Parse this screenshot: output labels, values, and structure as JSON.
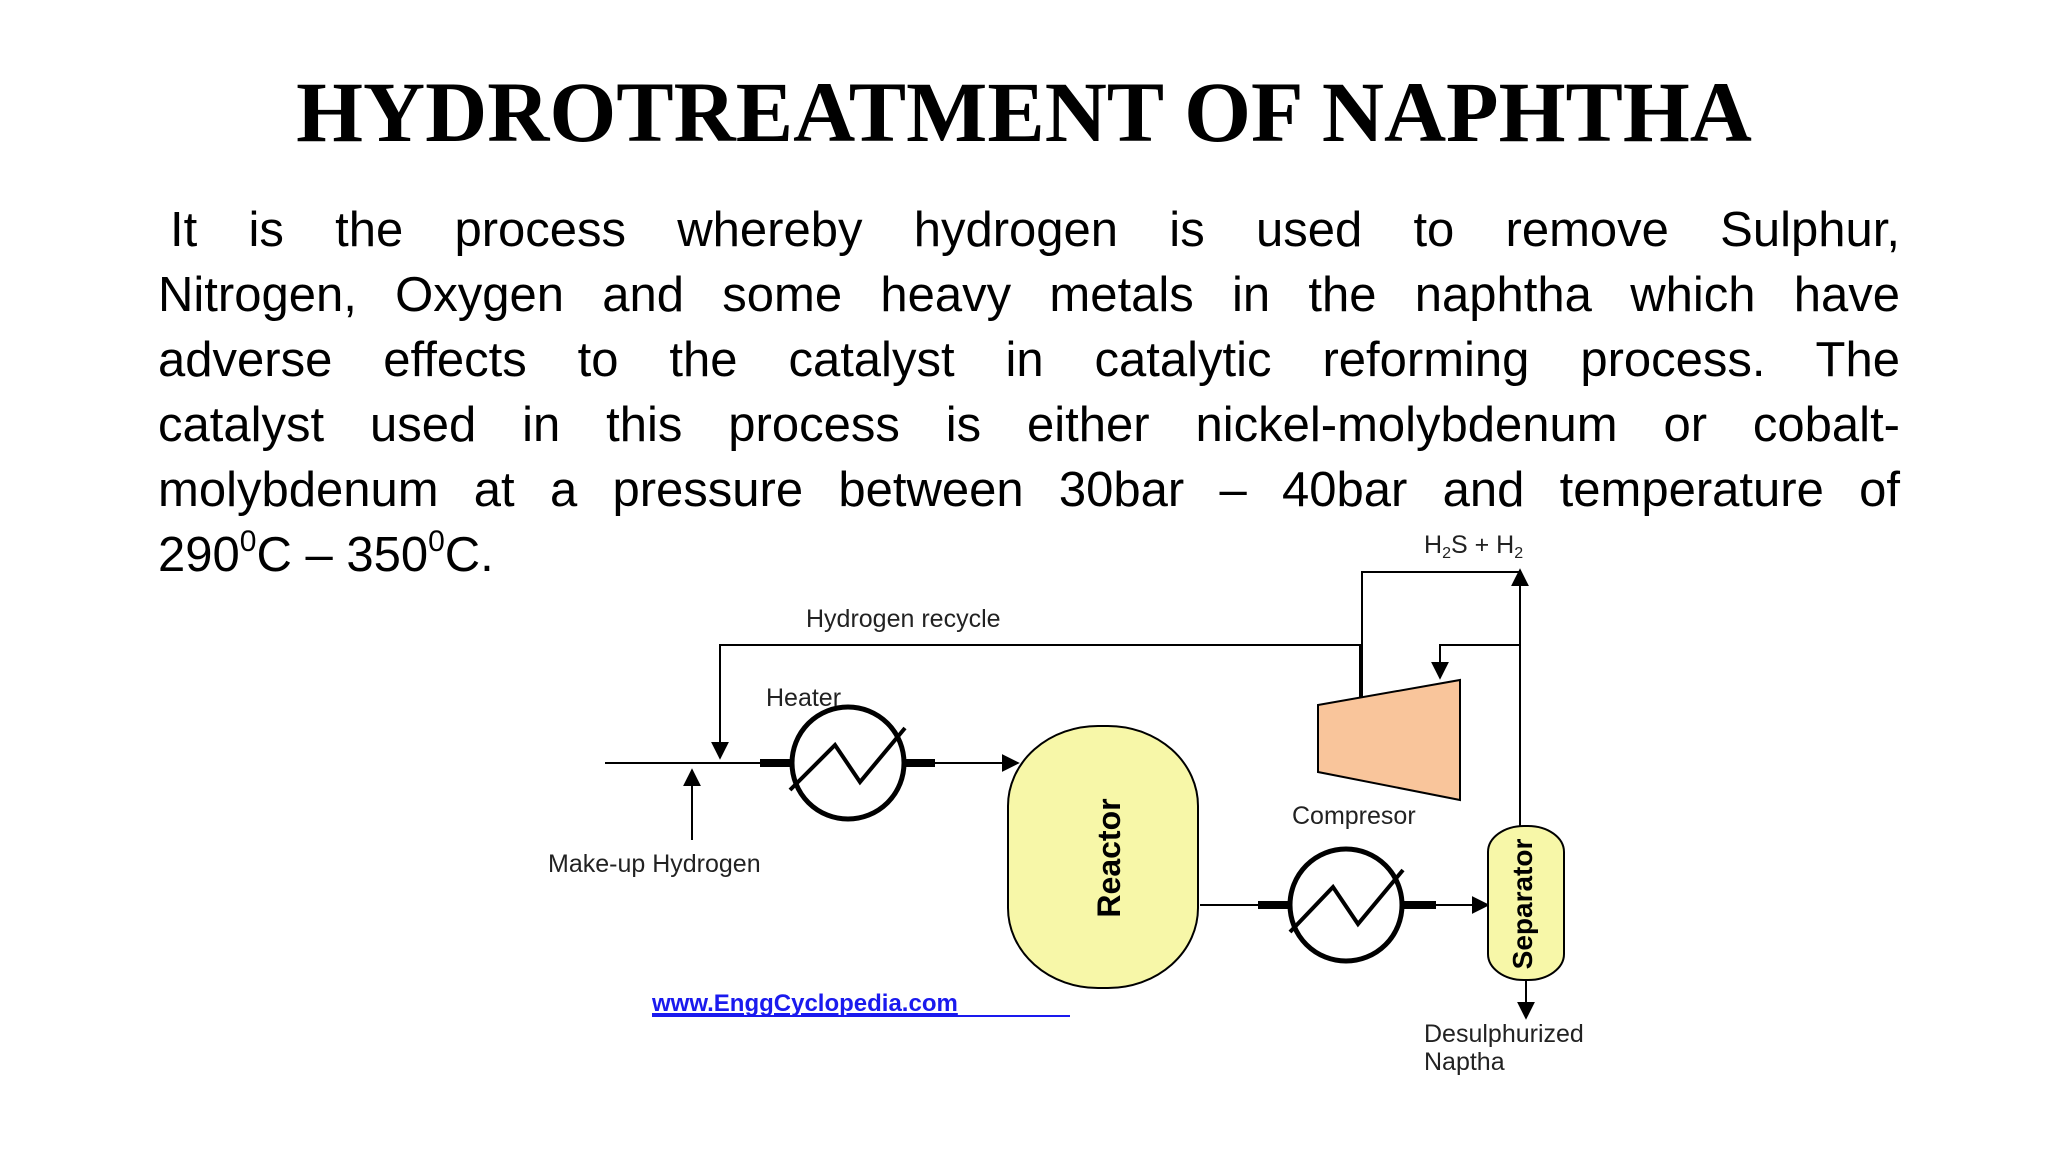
{
  "slide": {
    "title": "HYDROTREATMENT OF NAPHTHA",
    "paragraph": {
      "line1": "It is the process whereby hydrogen is used to remove Sulphur,",
      "line2": "Nitrogen, Oxygen and some heavy metals in the naphtha which have",
      "line3": "adverse effects to the catalyst in catalytic reforming process. The",
      "line4": "catalyst used in this process is either nickel-molybdenum or cobalt-",
      "line5": "molybdenum at a pressure between 30bar – 40bar and temperature of",
      "line6_a": "290",
      "line6_sup1": "0",
      "line6_b": "C – 350",
      "line6_sup2": "0",
      "line6_c": "C."
    }
  },
  "diagram": {
    "labels": {
      "hydrogen_recycle": "Hydrogen recycle",
      "heater": "Heater",
      "make_up_hydrogen": "Make-up Hydrogen",
      "reactor": "Reactor",
      "compressor": "Compresor",
      "separator": "Separator",
      "h2s": "H",
      "h2s_sub": "2",
      "h2s_rest": "S + H",
      "h2_sub": "2",
      "desulphurized_line1": "Desulphurized",
      "desulphurized_line2": "Naptha",
      "source_link": "www.EnggCyclopedia.com"
    },
    "colors": {
      "reactor_fill": "#f7f7a8",
      "separator_fill": "#f7f7a8",
      "compressor_fill": "#f9c59b",
      "link_color": "#1a1aee"
    }
  }
}
